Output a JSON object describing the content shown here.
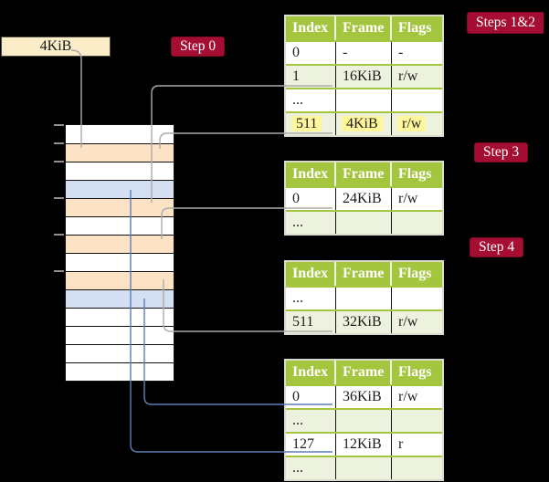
{
  "colors": {
    "background": "#000000",
    "accent_red": "#A60D32",
    "table_header_green": "#A3C63E",
    "table_row_green": "#EDF2DE",
    "highlight_yellow": "#FFF69B",
    "frame_peach": "#FCE3C6",
    "frame_blue": "#D4E0F2",
    "connector_gray": "#ABABAB",
    "connector_blue": "#5D7EB5",
    "free_block_cream": "#FAEDC8"
  },
  "free_block": {
    "label": "4KiB"
  },
  "step_labels": {
    "step0": "Step 0",
    "steps12": "Steps 1&2",
    "step3": "Step 3",
    "step4": "Step 4"
  },
  "memory_stack": {
    "rows": [
      {
        "fill": "white"
      },
      {
        "fill": "peach"
      },
      {
        "fill": "white"
      },
      {
        "fill": "blue"
      },
      {
        "fill": "peach"
      },
      {
        "fill": "white"
      },
      {
        "fill": "peach"
      },
      {
        "fill": "white"
      },
      {
        "fill": "peach"
      },
      {
        "fill": "blue"
      },
      {
        "fill": "white"
      },
      {
        "fill": "white"
      },
      {
        "fill": "white"
      },
      {
        "fill": "white"
      }
    ]
  },
  "page_tables": [
    {
      "name": "page-table-steps-1-2",
      "headers": [
        "Index",
        "Frame",
        "Flags"
      ],
      "rows": [
        {
          "cells": [
            "0",
            "-",
            "-"
          ],
          "shaded": false,
          "highlight": false
        },
        {
          "cells": [
            "1",
            "16KiB",
            "r/w"
          ],
          "shaded": true,
          "highlight": false
        },
        {
          "cells": [
            "...",
            "",
            ""
          ],
          "shaded": false,
          "highlight": false
        },
        {
          "cells": [
            "511",
            "4KiB",
            "r/w"
          ],
          "shaded": true,
          "highlight": true
        }
      ]
    },
    {
      "name": "page-table-step-3",
      "headers": [
        "Index",
        "Frame",
        "Flags"
      ],
      "rows": [
        {
          "cells": [
            "0",
            "24KiB",
            "r/w"
          ],
          "shaded": false,
          "highlight": false
        },
        {
          "cells": [
            "...",
            "",
            ""
          ],
          "shaded": true,
          "highlight": false
        }
      ]
    },
    {
      "name": "page-table-step-4",
      "headers": [
        "Index",
        "Frame",
        "Flags"
      ],
      "rows": [
        {
          "cells": [
            "...",
            "",
            ""
          ],
          "shaded": false,
          "highlight": false
        },
        {
          "cells": [
            "511",
            "32KiB",
            "r/w"
          ],
          "shaded": true,
          "highlight": false
        }
      ]
    },
    {
      "name": "page-table-bottom",
      "headers": [
        "Index",
        "Frame",
        "Flags"
      ],
      "rows": [
        {
          "cells": [
            "0",
            "36KiB",
            "r/w"
          ],
          "shaded": false,
          "highlight": false
        },
        {
          "cells": [
            "...",
            "",
            ""
          ],
          "shaded": true,
          "highlight": false
        },
        {
          "cells": [
            "127",
            "12KiB",
            "r"
          ],
          "shaded": false,
          "highlight": false
        },
        {
          "cells": [
            "...",
            "",
            ""
          ],
          "shaded": true,
          "highlight": false
        }
      ]
    }
  ],
  "connectors": [
    {
      "from": "free-block-4kib",
      "to": "memory-frame-1",
      "color": "gray"
    },
    {
      "from": "page-table-steps-1-2-row-1",
      "to": "memory-frame-4",
      "color": "gray"
    },
    {
      "from": "page-table-steps-1-2-row-511",
      "to": "memory-frame-1",
      "color": "gray"
    },
    {
      "from": "page-table-step-3-row-0",
      "to": "memory-frame-6",
      "color": "gray"
    },
    {
      "from": "page-table-step-4-row-511",
      "to": "memory-frame-8",
      "color": "gray"
    },
    {
      "from": "page-table-bottom-row-0",
      "to": "memory-frame-9",
      "color": "blue"
    },
    {
      "from": "page-table-bottom-row-127",
      "to": "memory-frame-3",
      "color": "blue"
    }
  ]
}
